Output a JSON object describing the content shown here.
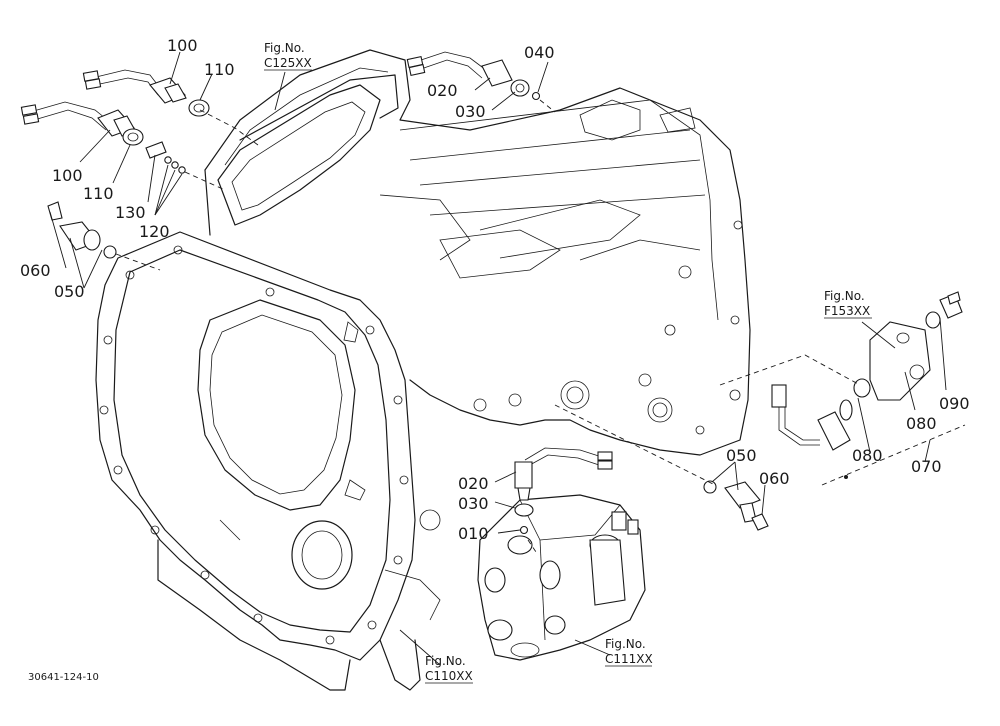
{
  "diagram": {
    "callouts": [
      {
        "id": "c100a",
        "text": "100"
      },
      {
        "id": "c110a",
        "text": "110"
      },
      {
        "id": "c100b",
        "text": "100"
      },
      {
        "id": "c110b",
        "text": "110"
      },
      {
        "id": "c130",
        "text": "130"
      },
      {
        "id": "c120",
        "text": "120"
      },
      {
        "id": "c060a",
        "text": "060"
      },
      {
        "id": "c050a",
        "text": "050"
      },
      {
        "id": "c020a",
        "text": "020"
      },
      {
        "id": "c040",
        "text": "040"
      },
      {
        "id": "c030a",
        "text": "030"
      },
      {
        "id": "c020b",
        "text": "020"
      },
      {
        "id": "c030b",
        "text": "030"
      },
      {
        "id": "c010",
        "text": "010"
      },
      {
        "id": "c050b",
        "text": "050"
      },
      {
        "id": "c060b",
        "text": "060"
      },
      {
        "id": "c090",
        "text": "090"
      },
      {
        "id": "c080a",
        "text": "080"
      },
      {
        "id": "c080b",
        "text": "080"
      },
      {
        "id": "c070",
        "text": "070"
      }
    ],
    "figure_refs": [
      {
        "id": "C125",
        "line1": "Fig.No.",
        "line2": "C125XX"
      },
      {
        "id": "F153",
        "line1": "Fig.No.",
        "line2": "F153XX"
      },
      {
        "id": "C111",
        "line1": "Fig.No.",
        "line2": "C111XX"
      },
      {
        "id": "C110",
        "line1": "Fig.No.",
        "line2": "C110XX"
      }
    ],
    "drawing_code": "30641-124-10"
  }
}
